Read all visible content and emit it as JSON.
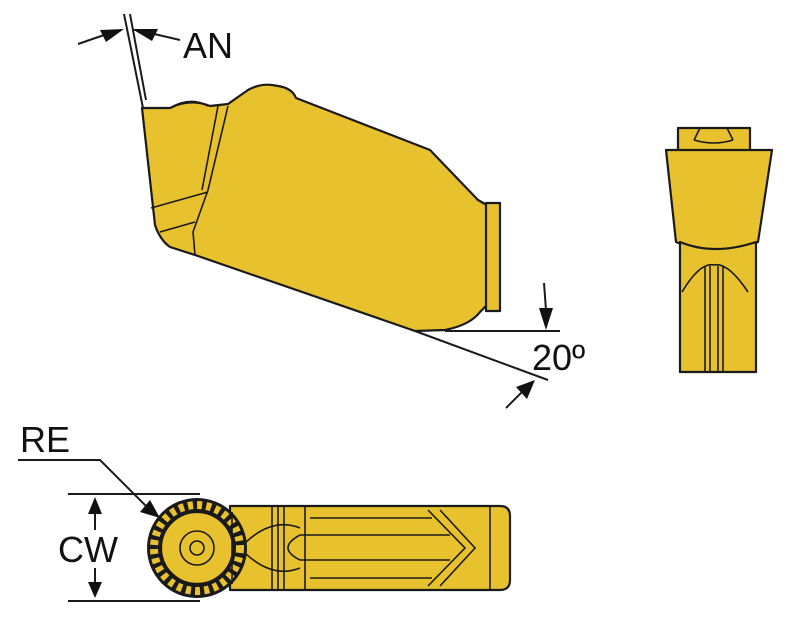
{
  "diagram": {
    "subject": "Parting / grooving insert – technical drawing",
    "colors": {
      "insert_fill": "#e8c12e",
      "outline": "#1a1a1a",
      "background": "#ffffff"
    },
    "views": [
      {
        "id": "side-view",
        "description": "Side view of insert with clearance angle"
      },
      {
        "id": "front-view",
        "description": "Front (end) view of insert"
      },
      {
        "id": "top-view",
        "description": "Top view showing cutting edge and chipbreaker"
      }
    ],
    "labels": {
      "an": "AN",
      "angle": "20º",
      "re": "RE",
      "cw": "CW"
    }
  }
}
